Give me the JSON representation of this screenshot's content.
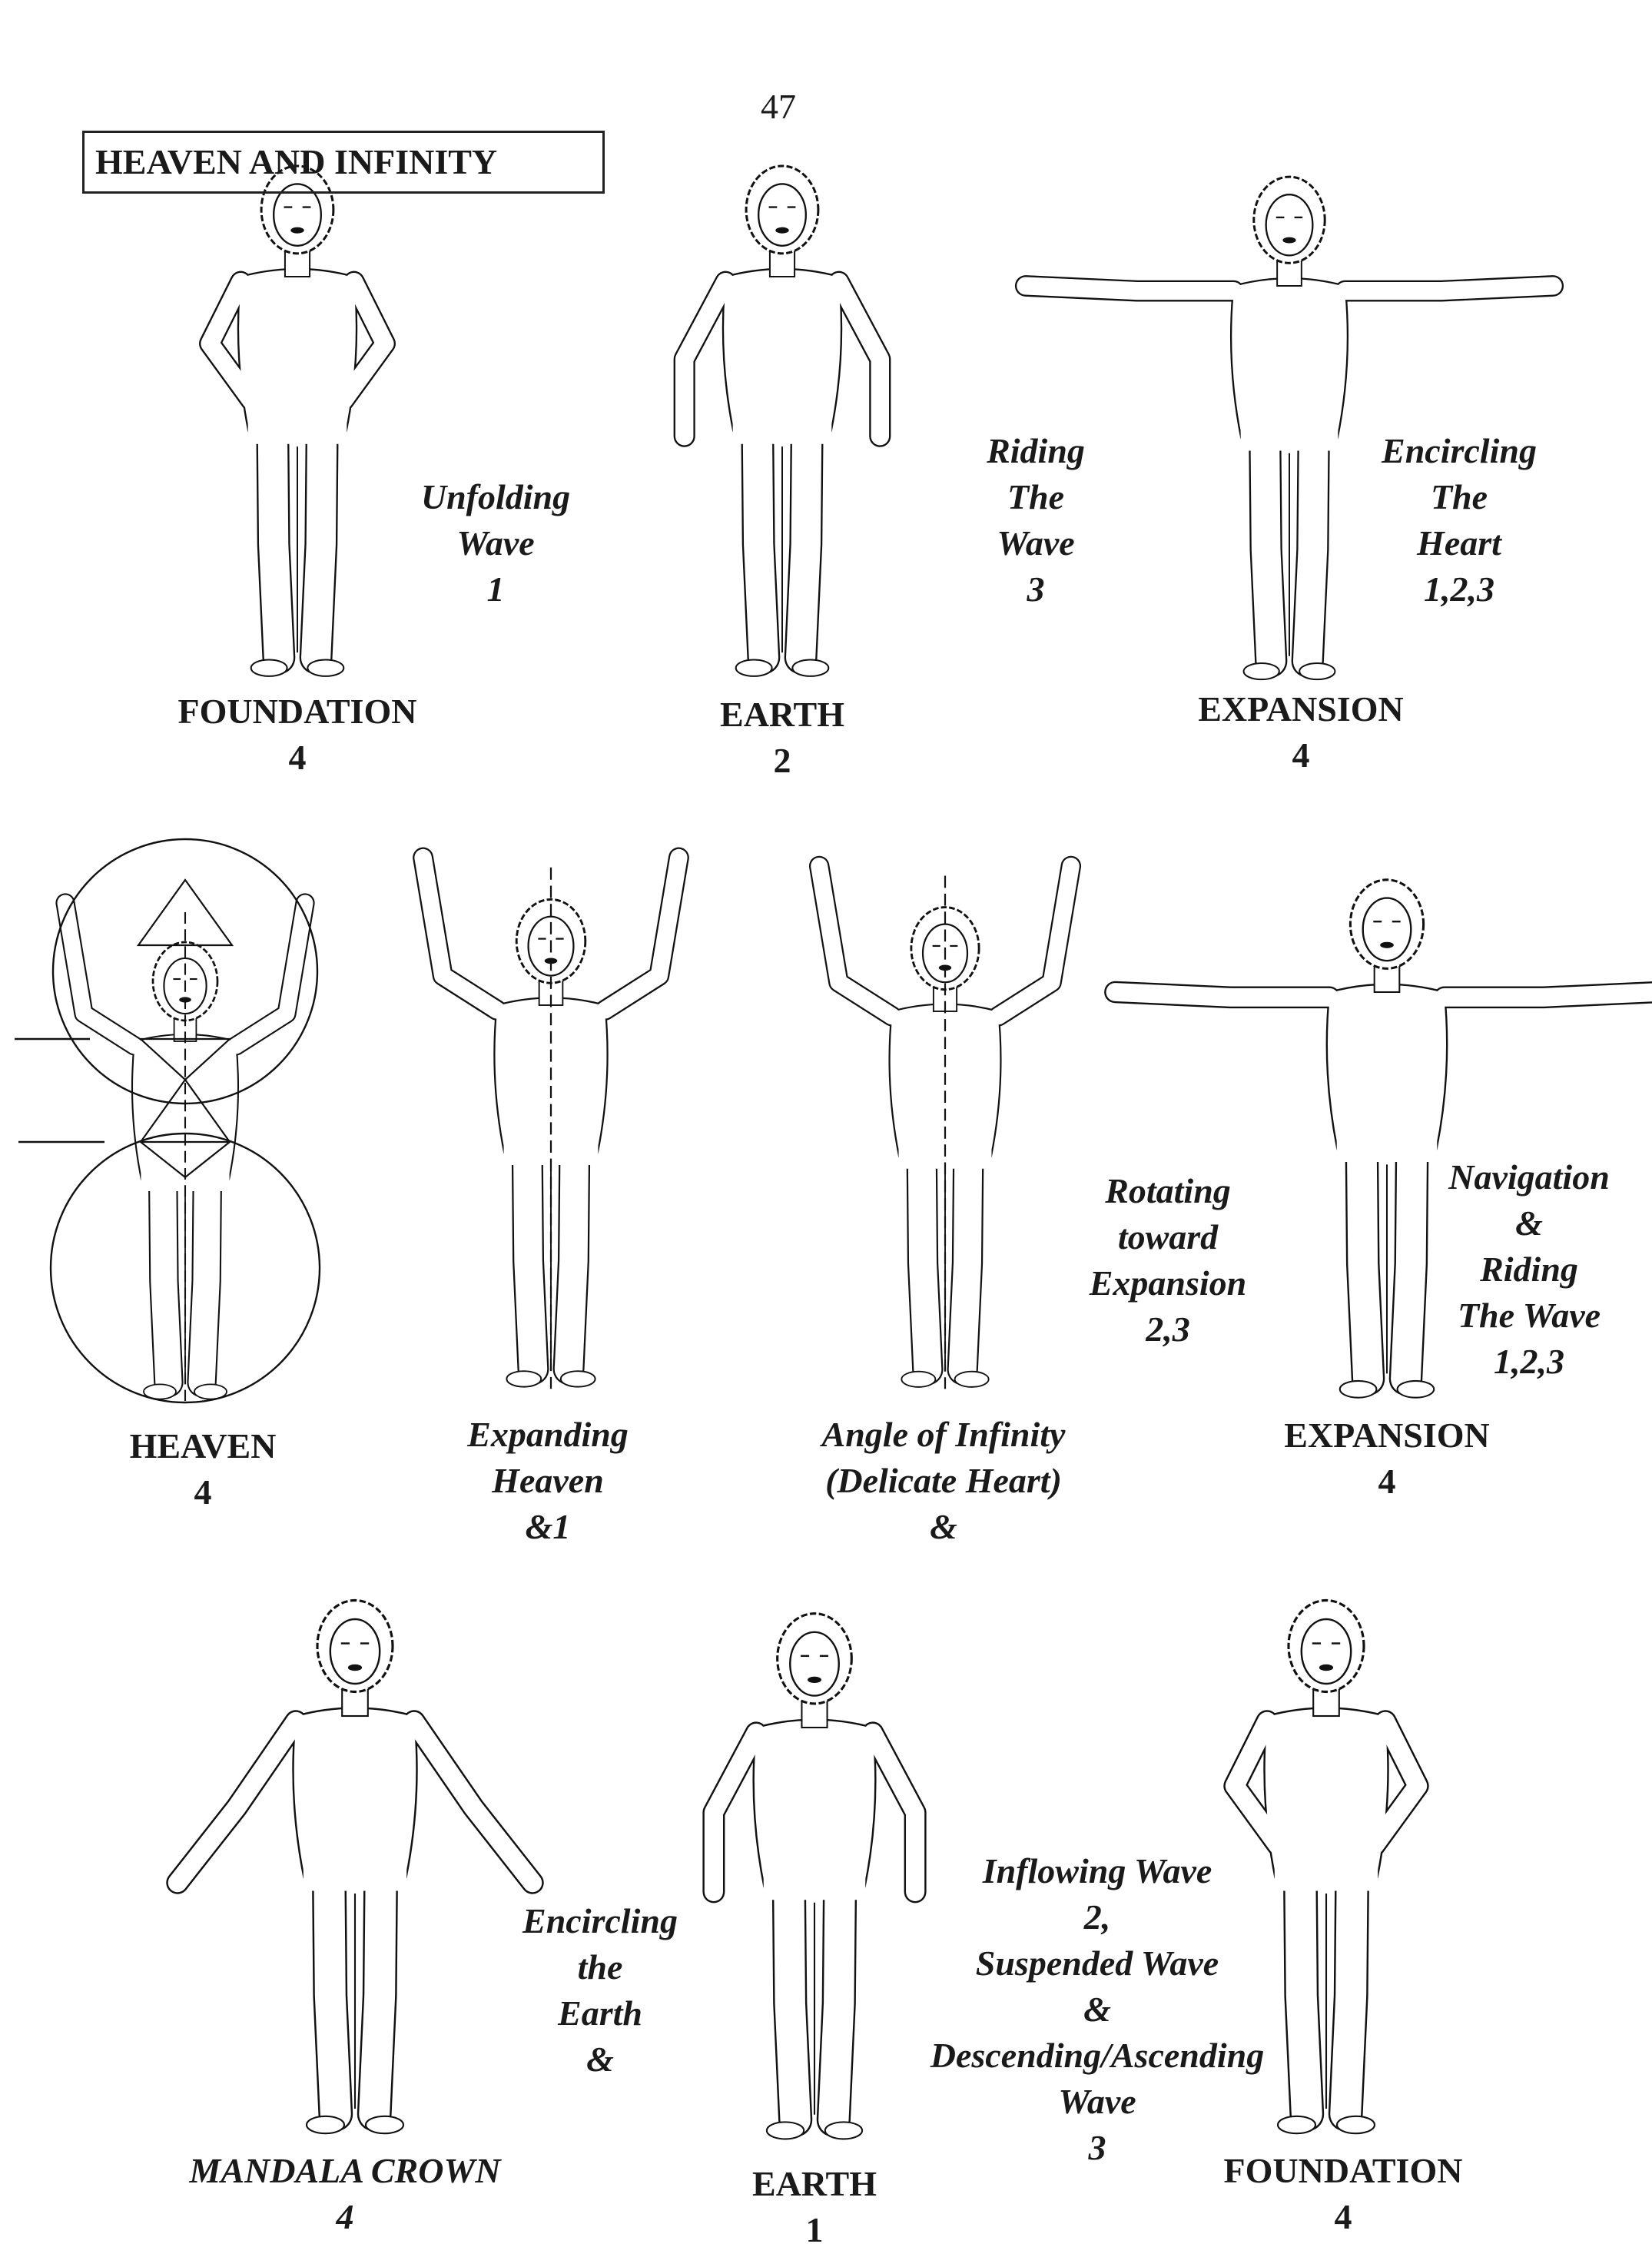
{
  "page_number": "47",
  "title": "HEAVEN AND INFINITY",
  "labels": {
    "foundation_top": [
      "FOUNDATION",
      "4"
    ],
    "earth_top": [
      "EARTH",
      "2"
    ],
    "expansion_top": [
      "EXPANSION",
      "4"
    ],
    "heaven": [
      "HEAVEN",
      "4"
    ],
    "expansion_mid": [
      "EXPANSION",
      "4"
    ],
    "mandala_crown": [
      "MANDALA CROWN",
      "4"
    ],
    "earth_bottom": [
      "EARTH",
      "1"
    ],
    "foundation_bottom": [
      "FOUNDATION",
      "4"
    ]
  },
  "captions": {
    "unfolding_wave": [
      "Unfolding",
      "Wave",
      "1"
    ],
    "riding_the_wave": [
      "Riding",
      "The",
      "Wave",
      "3"
    ],
    "encircling_the_heart": [
      "Encircling",
      "The",
      "Heart",
      "1,2,3"
    ],
    "expanding_heaven": [
      "Expanding",
      "Heaven",
      "&1"
    ],
    "angle_of_infinity": [
      "Angle of Infinity",
      "(Delicate Heart)",
      "&"
    ],
    "rotating_toward_expansion": [
      "Rotating",
      "toward",
      "Expansion",
      "2,3"
    ],
    "navigation_riding": [
      "Navigation",
      "&",
      "Riding",
      "The Wave",
      "1,2,3"
    ],
    "encircling_the_earth": [
      "Encircling",
      "the",
      "Earth",
      "&"
    ],
    "inflowing_wave": [
      "Inflowing Wave",
      "2,",
      "Suspended Wave",
      "&",
      "Descending/Ascending",
      "Wave",
      "3"
    ]
  }
}
